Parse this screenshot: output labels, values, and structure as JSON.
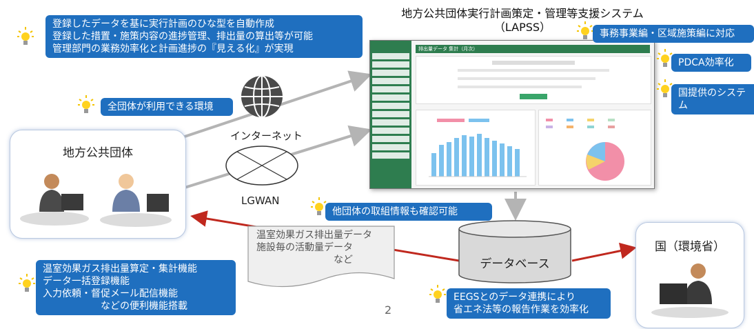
{
  "system_title": {
    "line1": "地方公共団体実行計画策定・管理等支援システム",
    "line2": "（LAPSS）"
  },
  "top_left_callout": "登録したデータを基に実行計画のひな型を自動作成\n登録した措置・施策内容の進捗管理、排出量の算出等が可能\n管理部門の業務効率化と計画進捗の『見える化』が実現",
  "all_groups_callout": "全団体が利用できる環境",
  "internet_label": "インターネット",
  "lgwan_label": "LGWAN",
  "local_gov_label": "地方公共団体",
  "right_callouts": [
    "事務事業編・区域施策編に対応",
    "PDCA効率化",
    "国提供のシステム"
  ],
  "other_groups_callout": "他団体の取組情報も確認可能",
  "document_text": "温室効果ガス排出量データ\n施設毎の活動量データ\n　　　　　　　　など",
  "database_label": "データベース",
  "national_label": "国（環境省）",
  "bottom_left_callout": "温室効果ガス排出量算定・集計機能\nデータ一括登録機能\n入力依頼・督促メール配信機能\n　　　　　　などの便利機能搭載",
  "eegs_callout": "EEGSとのデータ連携により\n省エネ法等の報告作業を効率化",
  "page_number": "2",
  "app_header": "排出量データ 集計（月次）",
  "colors": {
    "callout": "#1f6fbf",
    "arrow_red": "#c0281e",
    "arrow_gray": "#b4b4b4",
    "app_green": "#2e7d4f"
  }
}
